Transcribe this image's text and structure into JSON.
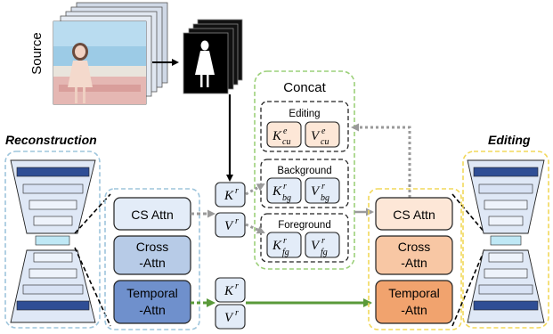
{
  "source_label": "Source",
  "reconstruction_title": "Reconstruction",
  "editing_title": "Editing",
  "concat_title": "Concat",
  "groups": {
    "editing": {
      "title": "Editing",
      "k": "K",
      "v": "V",
      "sup": "e",
      "sub": "cu"
    },
    "background": {
      "title": "Background",
      "k": "K",
      "v": "V",
      "sup": "r",
      "sub": "bg"
    },
    "foreground": {
      "title": "Foreground",
      "k": "K",
      "v": "V",
      "sup": "r",
      "sub": "fg"
    }
  },
  "kv_top": {
    "k": "K",
    "v": "V",
    "sup": "r"
  },
  "kv_bottom": {
    "k": "K",
    "v": "V",
    "sup": "r"
  },
  "left_blocks": {
    "cs": "CS Attn",
    "cross": [
      "Cross",
      "-Attn"
    ],
    "temporal": [
      "Temporal",
      "-Attn"
    ]
  },
  "right_blocks": {
    "cs": "CS Attn",
    "cross": [
      "Cross",
      "-Attn"
    ],
    "temporal": [
      "Temporal",
      "-Attn"
    ]
  },
  "colors": {
    "blue_dash": "#9ec5dc",
    "yellow_dash": "#f2d85a",
    "green_dash": "#9cd07a",
    "blue_fill_light": "#e3ecf8",
    "blue_fill_mid": "#b7cbe7",
    "blue_fill_dark": "#6f90cc",
    "orange_fill_light": "#fde7d7",
    "orange_fill_mid": "#f8c7a4",
    "orange_fill_dark": "#f1a36e",
    "unet_dark": "#2f4e95",
    "unet_light": "#d8e2f4",
    "unet_cyan": "#bfe8f5",
    "arrow_green": "#5a9a3a",
    "arrow_gray": "#9a9a9a"
  }
}
